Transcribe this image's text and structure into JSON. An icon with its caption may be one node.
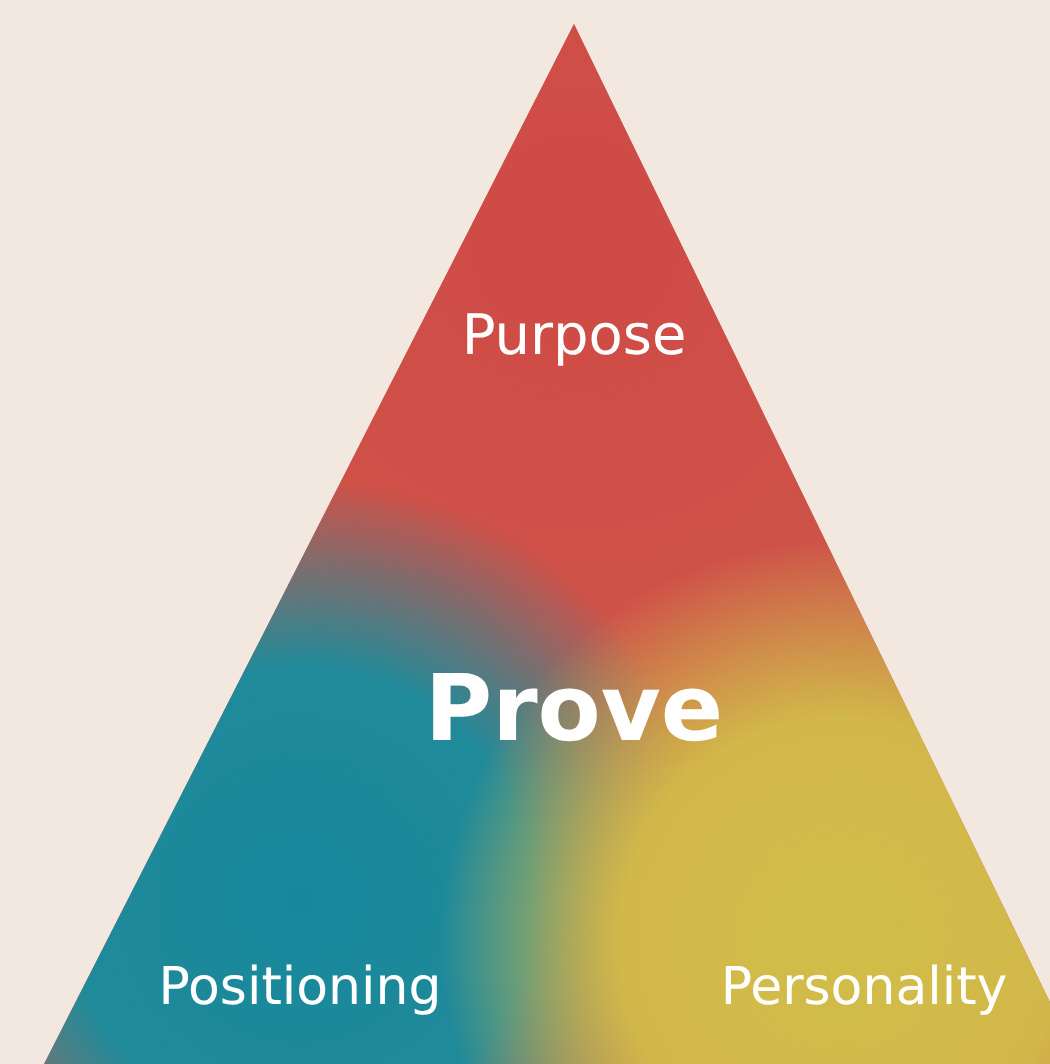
{
  "diagram": {
    "nodes": [
      {
        "text": [
          "Purpose",
          "Prove",
          "Positioning",
          "Personality"
        ]
      }
    ]
  }
}
